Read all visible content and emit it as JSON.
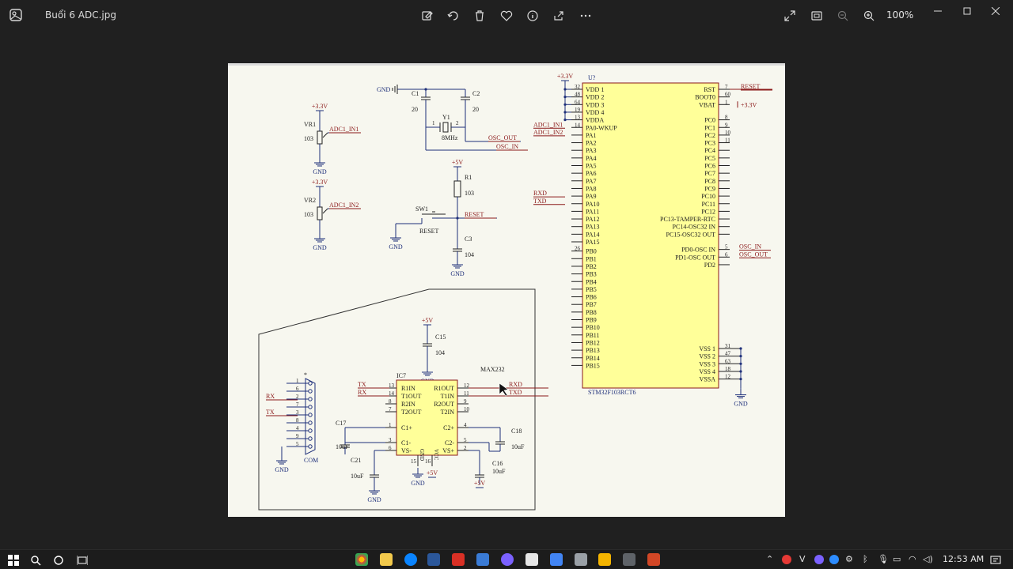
{
  "window": {
    "title": "Buổi 6 ADC.jpg",
    "zoom": "100%"
  },
  "toolbar": {
    "icons": [
      "edit-image-icon",
      "rotate-icon",
      "delete-icon",
      "favorite-icon",
      "info-icon",
      "share-icon",
      "more-icon"
    ]
  },
  "taskbar": {
    "time": "12:53 AM"
  },
  "schematic": {
    "mcu": {
      "ref": "U?",
      "part": "STM32F103RCT6",
      "left_pins": [
        "VDD 1",
        "VDD 2",
        "VDD 3",
        "VDD 4",
        "VDDA",
        "PA0-WKUP",
        "PA1",
        "PA2",
        "PA3",
        "PA4",
        "PA5",
        "PA6",
        "PA7",
        "PA8",
        "PA9",
        "PA10",
        "PA11",
        "PA12",
        "PA13",
        "PA14",
        "PA15",
        "PB0",
        "PB1",
        "PB2",
        "PB3",
        "PB4",
        "PB5",
        "PB6",
        "PB7",
        "PB8",
        "PB9",
        "PB10",
        "PB11",
        "PB12",
        "PB13",
        "PB14",
        "PB15"
      ],
      "left_nums": [
        "32",
        "48",
        "64",
        "19",
        "13",
        "14",
        "",
        "",
        "",
        "",
        "",
        "",
        "",
        "",
        "",
        "",
        "",
        "",
        "",
        "",
        "",
        "26",
        "",
        "",
        "",
        "",
        "",
        "",
        "",
        "",
        "",
        "",
        "",
        "",
        "",
        "",
        ""
      ],
      "right_pins": [
        "RST",
        "BOOT0",
        "VBAT",
        "",
        "PC0",
        "PC1",
        "PC2",
        "PC3",
        "PC4",
        "PC5",
        "PC6",
        "PC7",
        "PC8",
        "PC9",
        "PC10",
        "PC11",
        "PC12",
        "PC13-TAMPER-RTC",
        "PC14-OSC32 IN",
        "PC15-OSC32 OUT",
        "",
        "PD0-OSC IN",
        "PD1-OSC OUT",
        "PD2"
      ],
      "right_nums": [
        "7",
        "60",
        "1",
        "",
        "8",
        "9",
        "10",
        "11",
        "",
        "",
        "",
        "",
        "",
        "",
        "",
        "",
        "",
        "",
        "",
        "",
        "",
        "5",
        "6",
        ""
      ],
      "vss_pins": [
        "VSS 1",
        "VSS 2",
        "VSS 3",
        "VSS 4",
        "VSSA"
      ],
      "vss_nums": [
        "31",
        "47",
        "63",
        "18",
        "12"
      ]
    },
    "nets": {
      "v33": "+3.3V",
      "v5": "+5V",
      "gnd": "GND",
      "adc1": "ADC1_IN1",
      "adc2": "ADC1_IN2",
      "rxd": "RXD",
      "txd": "TXD",
      "rx": "RX",
      "tx": "TX",
      "reset": "RESET",
      "osc_in": "OSC_IN",
      "osc_out": "OSC_OUT"
    },
    "parts": {
      "vr1": "VR1",
      "vr2": "VR2",
      "pot_val": "103",
      "c1": "C1",
      "c2": "C2",
      "c1v": "20",
      "c2v": "20",
      "y1": "Y1",
      "y1v": "8MHz",
      "r1": "R1",
      "r1v": "103",
      "sw1": "SW1",
      "sw1v": "RESET",
      "c3": "C3",
      "c3v": "104",
      "c15": "C15",
      "c15v": "104",
      "ic7": "IC7",
      "max232": "MAX232",
      "c17": "C17",
      "c18": "C18",
      "c21": "C21",
      "c16": "C16",
      "cap10": "10uF",
      "com": "COM",
      "star": "*"
    },
    "max232": {
      "left": [
        "R1IN",
        "T1OUT",
        "R2IN",
        "T2OUT",
        "C1+",
        "C1-",
        "VS-"
      ],
      "left_nums": [
        "13",
        "14",
        "8",
        "7",
        "1",
        "3",
        "6"
      ],
      "right": [
        "R1OUT",
        "T1IN",
        "R2OUT",
        "T2IN",
        "C2+",
        "C2-",
        "VS+"
      ],
      "right_nums": [
        "12",
        "11",
        "9",
        "10",
        "4",
        "5",
        "2"
      ],
      "bottom": [
        "GND",
        "VCC"
      ],
      "bottom_nums": [
        "15",
        "16"
      ]
    },
    "db9_pins": [
      "1",
      "6",
      "2",
      "7",
      "3",
      "8",
      "4",
      "9",
      "5"
    ]
  }
}
